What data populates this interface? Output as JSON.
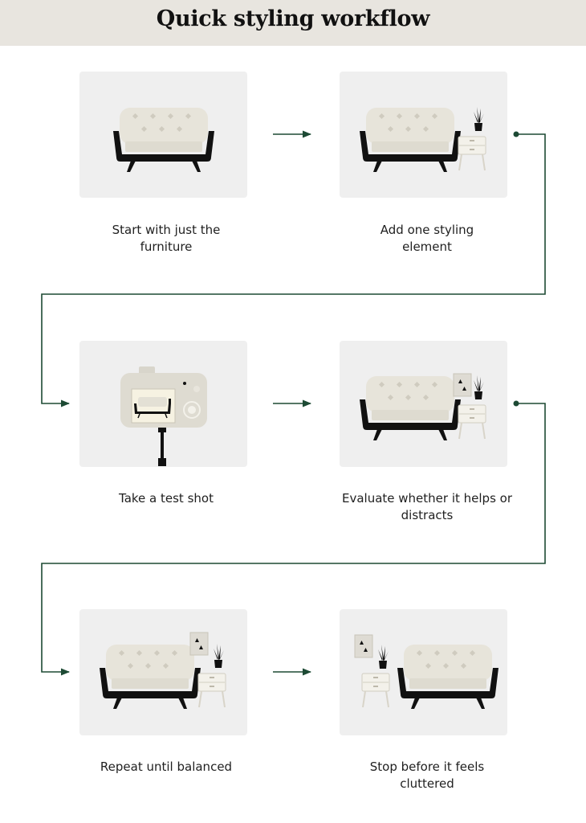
{
  "title": "Quick styling workflow",
  "colors": {
    "header_bg": "#e8e5df",
    "card_bg": "#efefef",
    "connector": "#1d4a34",
    "sofa_cushion": "#e7e4da",
    "sofa_frame": "#111111"
  },
  "steps": [
    {
      "caption_line1": "Start with just the",
      "caption_line2": "furniture",
      "icon": "sofa-icon"
    },
    {
      "caption_line1": "Add one styling",
      "caption_line2": "element",
      "icon": "sofa-with-plant-icon"
    },
    {
      "caption_line1": "Take a test shot",
      "caption_line2": "",
      "icon": "camera-on-tripod-icon"
    },
    {
      "caption_line1": "Evaluate whether it helps or",
      "caption_line2": "distracts",
      "icon": "sofa-with-plant-and-frame-icon"
    },
    {
      "caption_line1": "Repeat until balanced",
      "caption_line2": "",
      "icon": "sofa-with-plant-and-frame-icon"
    },
    {
      "caption_line1": "Stop before it feels",
      "caption_line2": "cluttered",
      "icon": "side-table-plant-frame-sofa-icon"
    }
  ]
}
